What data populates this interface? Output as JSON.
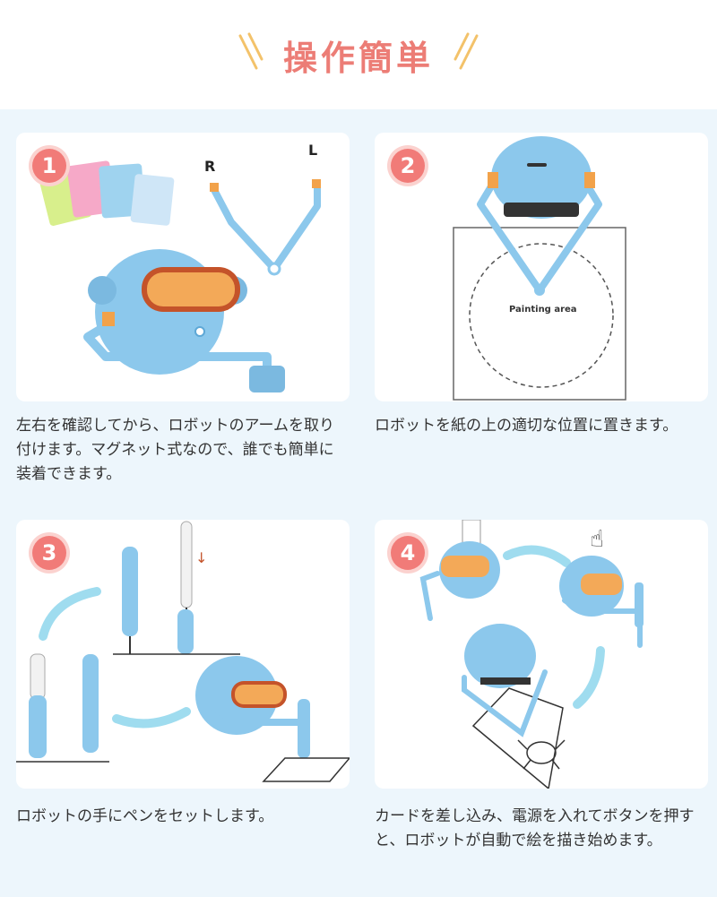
{
  "header": {
    "title": "操作簡単"
  },
  "steps": [
    {
      "number": "1",
      "desc": "左右を確認してから、ロボットのアームを取り付けます。マグネット式なので、誰でも簡単に装着できます。",
      "label_r": "R",
      "label_l": "L"
    },
    {
      "number": "2",
      "desc": "ロボットを紙の上の適切な位置に置きます。",
      "area_label": "Painting area"
    },
    {
      "number": "3",
      "desc": "ロボットの手にペンをセットします。"
    },
    {
      "number": "4",
      "desc": "カードを差し込み、電源を入れてボタンを押すと、ロボットが自動で絵を描き始めます。"
    }
  ],
  "colors": {
    "accent": "#ec7d76",
    "robot": "#8cc8ec",
    "background": "#edf6fc"
  }
}
